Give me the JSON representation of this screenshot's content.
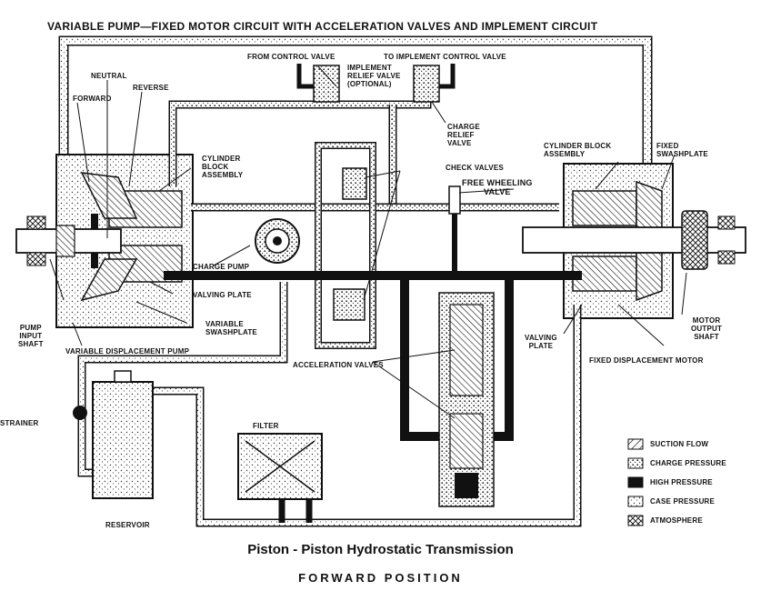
{
  "title": "VARIABLE PUMP—FIXED MOTOR CIRCUIT WITH ACCELERATION VALVES AND IMPLEMENT CIRCUIT",
  "caption": {
    "main": "Piston - Piston Hydrostatic Transmission",
    "sub": "FORWARD POSITION"
  },
  "labels": {
    "from_control_valve": "FROM CONTROL VALVE",
    "to_implement_control_valve": "TO IMPLEMENT CONTROL VALVE",
    "implement_relief_valve": "IMPLEMENT\nRELIEF VALVE\n(OPTIONAL)",
    "charge_relief_valve": "CHARGE\nRELIEF\nVALVE",
    "neutral": "NEUTRAL",
    "forward": "FORWARD",
    "reverse": "REVERSE",
    "cylinder_block_assembly_left": "CYLINDER\nBLOCK\nASSEMBLY",
    "check_valves": "CHECK VALVES",
    "free_wheeling_valve": "FREE WHEELING\nVALVE",
    "cylinder_block_assembly_right": "CYLINDER BLOCK\nASSEMBLY",
    "fixed_swashplate": "FIXED\nSWASHPLATE",
    "charge_pump": "CHARGE PUMP",
    "valving_plate_left": "VALVING PLATE",
    "variable_swashplate": "VARIABLE\nSWASHPLATE",
    "pump_input_shaft": "PUMP\nINPUT\nSHAFT",
    "variable_displacement_pump": "VARIABLE DISPLACEMENT PUMP",
    "valving_plate_right": "VALVING\nPLATE",
    "fixed_displacement_motor": "FIXED DISPLACEMENT MOTOR",
    "motor_output_shaft": "MOTOR\nOUTPUT\nSHAFT",
    "acceleration_valves": "ACCELERATION VALVES",
    "strainer": "STRAINER",
    "filter": "FILTER",
    "reservoir": "RESERVOIR"
  },
  "legend": [
    {
      "label": "SUCTION FLOW",
      "pattern": "diagonal-hatch"
    },
    {
      "label": "CHARGE PRESSURE",
      "pattern": "stipple"
    },
    {
      "label": "HIGH PRESSURE",
      "pattern": "solid-black"
    },
    {
      "label": "CASE PRESSURE",
      "pattern": "dotted"
    },
    {
      "label": "ATMOSPHERE",
      "pattern": "cross-hatch"
    }
  ]
}
